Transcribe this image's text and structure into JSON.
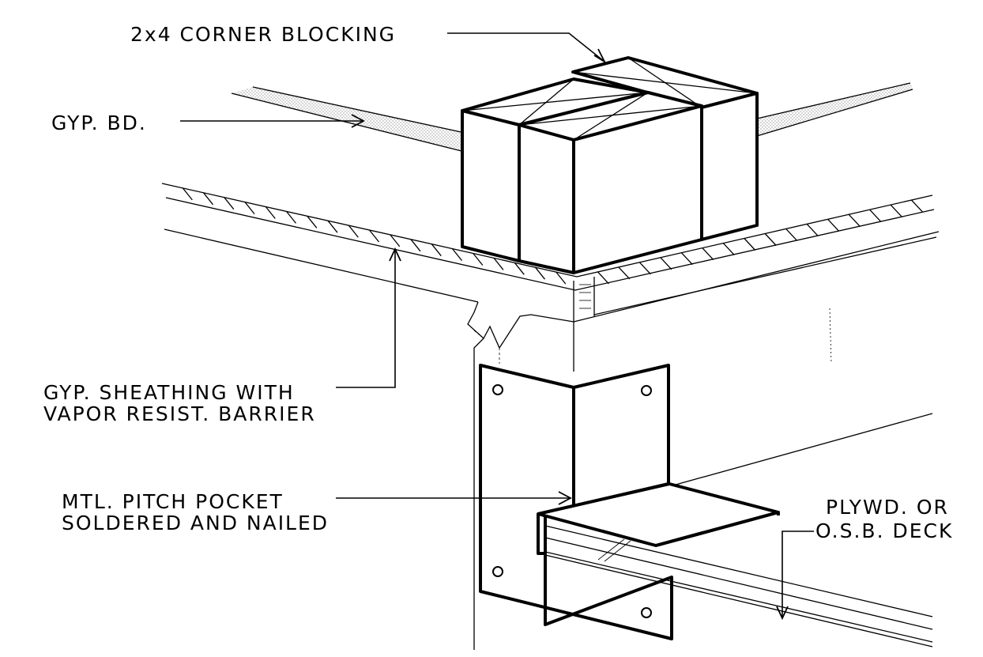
{
  "labels": {
    "corner_blocking": "2x4 CORNER BLOCKING",
    "gyp_bd": "GYP. BD.",
    "gyp_sheathing_line1": "GYP. SHEATHING WITH",
    "gyp_sheathing_line2": "VAPOR RESIST. BARRIER",
    "pitch_pocket_line1": "MTL. PITCH POCKET",
    "pitch_pocket_line2": "SOLDERED AND NAILED",
    "deck_line1": "PLYWD. OR",
    "deck_line2": "O.S.B. DECK"
  },
  "colors": {
    "ink": "#000000",
    "paper": "#ffffff",
    "stipple": "#9a9a9a"
  }
}
